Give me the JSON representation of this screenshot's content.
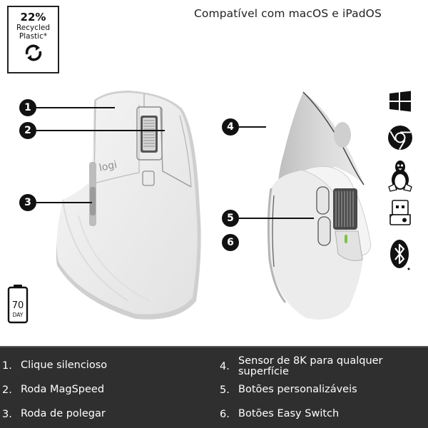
{
  "badges": {
    "recycled": {
      "percent": "22%",
      "line1": "Recycled",
      "line2": "Plastic*",
      "icon": "recycle-arrows-icon"
    },
    "battery": {
      "value": "70",
      "unit": "DAY",
      "icon": "battery-icon"
    }
  },
  "header": {
    "compatibility": "Compatível com macOS e iPadOS"
  },
  "callouts": [
    {
      "n": "1"
    },
    {
      "n": "2"
    },
    {
      "n": "3"
    },
    {
      "n": "4"
    },
    {
      "n": "5"
    },
    {
      "n": "6"
    }
  ],
  "mouse": {
    "logo": "logi"
  },
  "os_icons": [
    {
      "name": "windows-icon"
    },
    {
      "name": "chrome-icon"
    },
    {
      "name": "linux-tux-icon"
    },
    {
      "name": "usb-receiver-icon"
    },
    {
      "name": "bluetooth-icon"
    }
  ],
  "features": [
    {
      "num": "1.",
      "label": "Clique silencioso"
    },
    {
      "num": "2.",
      "label": "Roda MagSpeed"
    },
    {
      "num": "3.",
      "label": "Roda de polegar"
    },
    {
      "num": "4.",
      "label": "Sensor de 8K para qualquer superfície",
      "label_l1": "Sensor de 8K para qualquer",
      "label_l2": "superfície"
    },
    {
      "num": "5.",
      "label": "Botões personalizáveis"
    },
    {
      "num": "6.",
      "label": "Botões Easy Switch"
    }
  ],
  "colors": {
    "background": "#ffffff",
    "feature_band": "#2f2f30",
    "callout": "#111111",
    "mouse_body": "#ececec",
    "mouse_shadow": "#c9c9c9"
  }
}
